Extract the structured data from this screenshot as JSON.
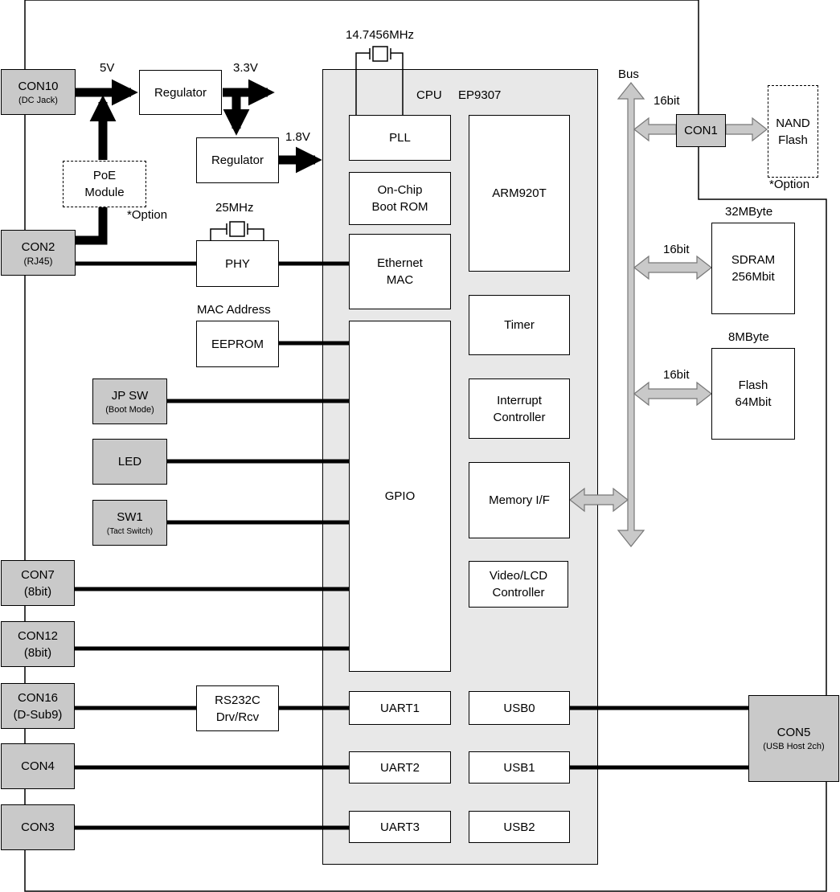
{
  "cpu": {
    "title": "CPU",
    "model": "EP9307"
  },
  "internal": {
    "pll": "PLL",
    "bootrom": [
      "On-Chip",
      "Boot ROM"
    ],
    "arm": "ARM920T",
    "eth": [
      "Ethernet",
      "MAC"
    ],
    "gpio": "GPIO",
    "timer": "Timer",
    "intc": [
      "Interrupt",
      "Controller"
    ],
    "memif": "Memory I/F",
    "video": [
      "Video/LCD",
      "Controller"
    ],
    "uart1": "UART1",
    "uart2": "UART2",
    "uart3": "UART3",
    "usb0": "USB0",
    "usb1": "USB1",
    "usb2": "USB2"
  },
  "power": {
    "v5": "5V",
    "v33": "3.3V",
    "v18": "1.8V",
    "reg1": "Regulator",
    "reg2": "Regulator",
    "poe": [
      "PoE",
      "Module"
    ],
    "poe_option": "*Option"
  },
  "crystals": {
    "cpu": "14.7456MHz",
    "phy": "25MHz"
  },
  "peripherals": {
    "phy": "PHY",
    "eeprom": "EEPROM",
    "mac_address": "MAC Address",
    "rs232": [
      "RS232C",
      "Drv/Rcv"
    ]
  },
  "connectors": {
    "con10": {
      "name": "CON10",
      "sub": "(DC Jack)"
    },
    "con2": {
      "name": "CON2",
      "sub": "(RJ45)"
    },
    "jpsw": {
      "name": "JP SW",
      "sub": "(Boot Mode)"
    },
    "led": {
      "name": "LED"
    },
    "sw1": {
      "name": "SW1",
      "sub": "(Tact Switch)"
    },
    "con7": {
      "name": "CON7",
      "sub": "(8bit)"
    },
    "con12": {
      "name": "CON12",
      "sub": "(8bit)"
    },
    "con16": {
      "name": "CON16",
      "sub": "(D-Sub9)"
    },
    "con4": {
      "name": "CON4"
    },
    "con3": {
      "name": "CON3"
    },
    "con1": {
      "name": "CON1"
    },
    "con5": {
      "name": "CON5",
      "sub": "(USB Host 2ch)"
    }
  },
  "bus": {
    "label": "Bus",
    "w_con1": "16bit",
    "w_sdram": "16bit",
    "w_flash": "16bit"
  },
  "memory": {
    "nand": [
      "NAND",
      "Flash"
    ],
    "nand_option": "*Option",
    "sdram_size": "32MByte",
    "sdram": [
      "SDRAM",
      "256Mbit"
    ],
    "flash_size": "8MByte",
    "flash": [
      "Flash",
      "64Mbit"
    ]
  }
}
